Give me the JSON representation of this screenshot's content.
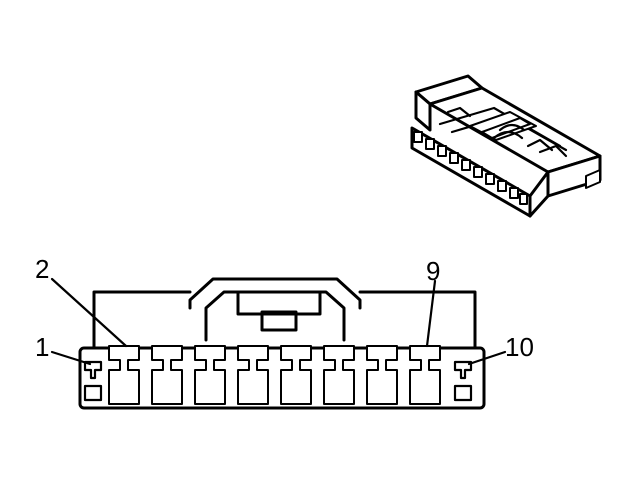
{
  "diagram": {
    "pin_labels": {
      "first": "1",
      "second": "2",
      "ninth": "9",
      "tenth": "10"
    }
  }
}
